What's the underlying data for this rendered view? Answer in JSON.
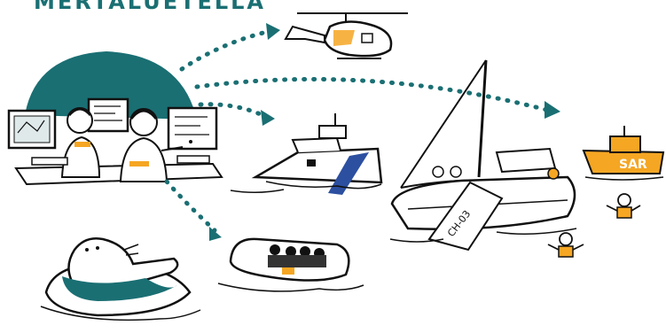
{
  "headline": "MERTALUETELLA",
  "colors": {
    "teal": "#1a6f73",
    "orange": "#f5a623",
    "blue": "#2c4fa0",
    "ink": "#111111"
  },
  "labels": {
    "sar_boat": "SAR",
    "sailboat_hull": "CH-03"
  },
  "icons": [
    "helicopter-icon",
    "patrol-ship-icon",
    "inflatable-boat-icon",
    "sailboat-icon",
    "sar-boat-icon",
    "seal-icon",
    "operator-icon"
  ]
}
